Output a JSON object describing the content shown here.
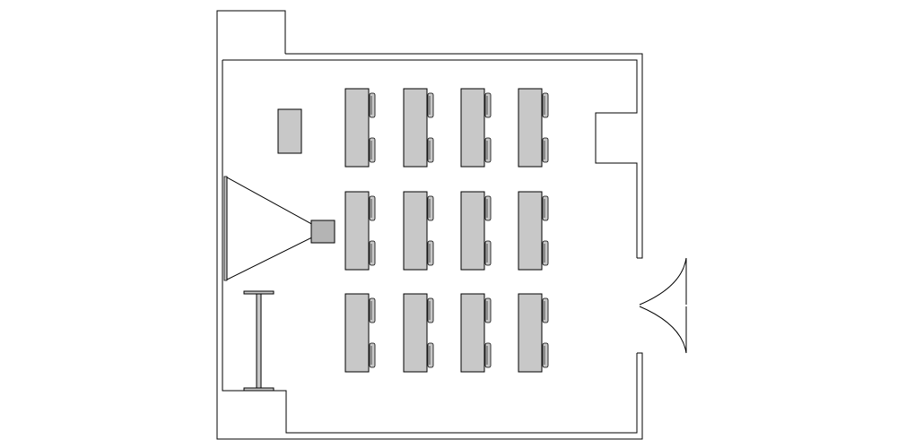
{
  "colors": {
    "background": "#ffffff",
    "wall": "#000000",
    "furniture_fill": "#c8c8c8",
    "furniture_stroke": "#000000",
    "projector_fill": "#b4b4b4"
  },
  "room": {
    "rows": 3,
    "columns": 4,
    "seats_per_desk": 2,
    "doors": 1
  },
  "icons": {
    "desk": "desk-icon",
    "chair": "chair-icon",
    "projector": "projector-icon",
    "screen": "projection-screen-icon",
    "door": "double-door-icon",
    "whiteboard": "whiteboard-stand-icon",
    "teacher_desk": "teacher-desk-icon"
  }
}
